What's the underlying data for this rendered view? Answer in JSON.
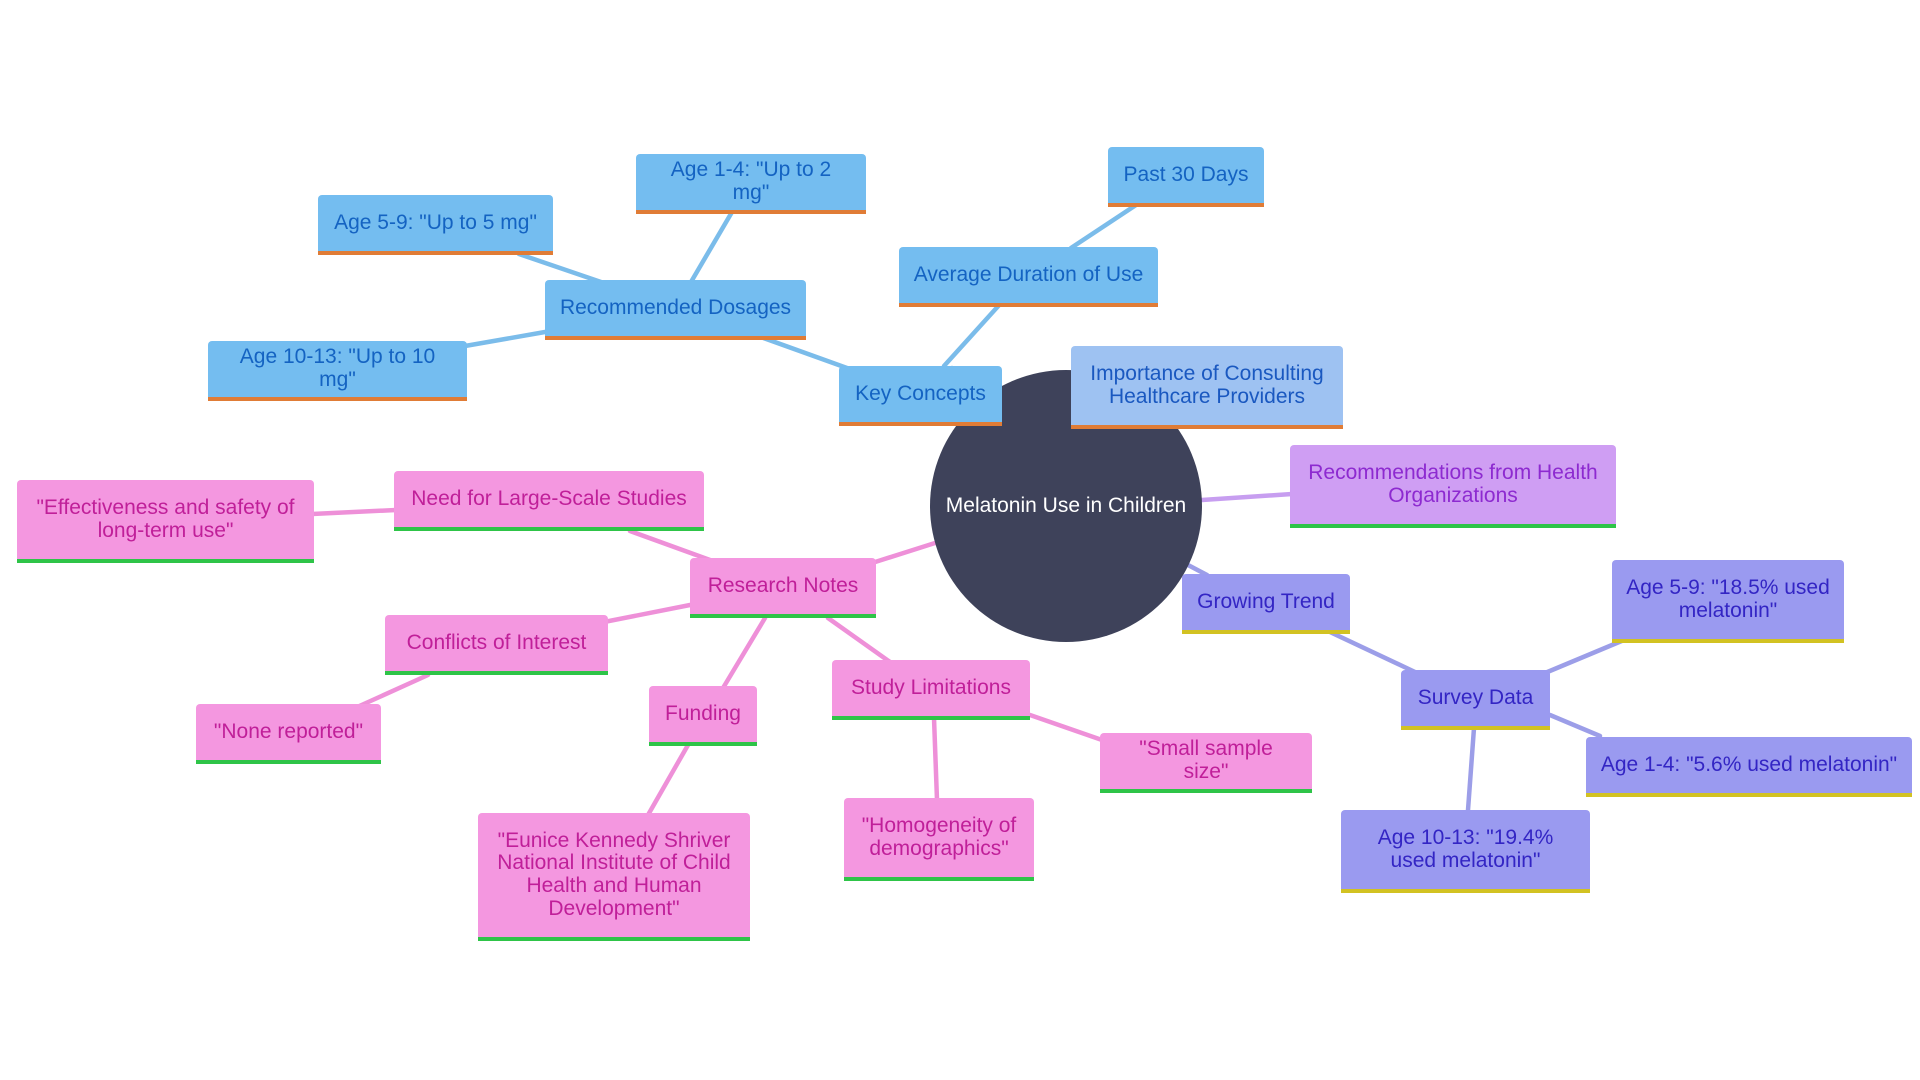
{
  "root": {
    "label": "Melatonin Use in Children"
  },
  "key_concepts": {
    "label": "Key Concepts",
    "recommended_dosages": {
      "label": "Recommended Dosages",
      "age_1_4": "Age 1-4: \"Up to 2 mg\"",
      "age_5_9": "Age 5-9: \"Up to 5 mg\"",
      "age_10_13": "Age 10-13: \"Up to 10 mg\""
    },
    "average_duration": {
      "label": "Average Duration of Use",
      "past_30_days": "Past 30 Days"
    }
  },
  "consulting": {
    "label": "Importance of Consulting Healthcare Providers"
  },
  "recommendations": {
    "label": "Recommendations from Health Organizations"
  },
  "growing_trend": {
    "label": "Growing Trend",
    "survey_data": {
      "label": "Survey Data",
      "age_5_9": "Age 5-9: \"18.5% used melatonin\"",
      "age_1_4": "Age 1-4: \"5.6% used melatonin\"",
      "age_10_13": "Age 10-13: \"19.4% used melatonin\""
    }
  },
  "research_notes": {
    "label": "Research Notes",
    "large_scale": {
      "label": "Need for Large-Scale Studies",
      "effectiveness": "\"Effectiveness and safety of long-term use\""
    },
    "conflicts": {
      "label": "Conflicts of Interest",
      "none_reported": "\"None reported\""
    },
    "funding": {
      "label": "Funding",
      "nichd": "\"Eunice Kennedy Shriver National Institute of Child Health and Human Development\""
    },
    "limitations": {
      "label": "Study Limitations",
      "sample_size": "\"Small sample size\"",
      "homogeneity": "\"Homogeneity of demographics\""
    }
  },
  "colors": {
    "root": "#3e425a",
    "key_concepts_fill": "#74bdf0",
    "research_fill": "#f497e0",
    "recommendations_fill": "#cf9ef3",
    "growing_trend_fill": "#9a9af0",
    "key_concepts_edge": "#7bbcea",
    "research_edge": "#ee90d8",
    "recommendations_edge": "#c79ef0",
    "growing_trend_edge": "#9c9ee8"
  }
}
